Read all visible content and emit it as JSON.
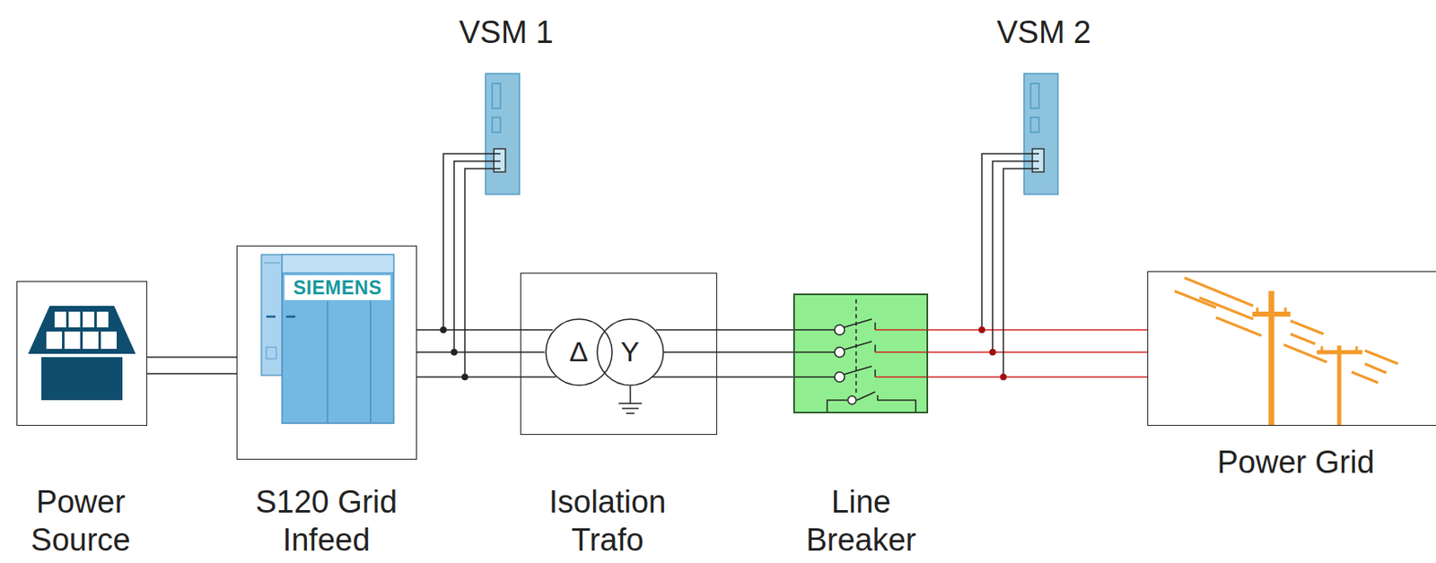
{
  "diagram": {
    "nodes": [
      {
        "text": [
          "Power Source"
        ]
      },
      {
        "text": [
          "S120 Grid Infeed"
        ]
      },
      {
        "text": [
          "VSM 1"
        ]
      },
      {
        "text": [
          "Isolation Trafo"
        ]
      },
      {
        "text": [
          "Δ"
        ],
        "in": 3
      },
      {
        "text": [
          "Y"
        ],
        "in": 3
      },
      {
        "text": [
          "Line Breaker"
        ]
      },
      {
        "text": [
          "VSM 2"
        ]
      },
      {
        "text": [
          "Power Grid"
        ]
      }
    ],
    "edges": [
      {
        "from": 0,
        "to": 1,
        "arrow": "none"
      },
      {
        "from": 1,
        "to": 4,
        "arrow": "none"
      },
      {
        "from": 1,
        "to": 2,
        "arrow": "none"
      },
      {
        "from": 5,
        "to": 6,
        "arrow": "none"
      },
      {
        "from": 6,
        "to": 8,
        "arrow": "none"
      },
      {
        "from": 8,
        "to": 7,
        "arrow": "none"
      }
    ],
    "labels": [
      "SIEMENS"
    ]
  }
}
